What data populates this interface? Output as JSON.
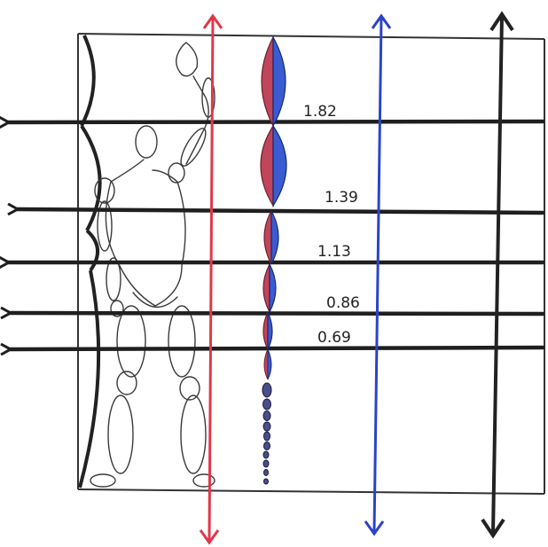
{
  "diagram": {
    "frequency_labels": [
      "1.82",
      "1.39",
      "1.13",
      "0.86",
      "0.69"
    ],
    "colors": {
      "red_axis": "#e0384a",
      "blue_axis": "#2a44c8",
      "black_axis": "#222222",
      "lobe_red": "#c0455a",
      "lobe_blue": "#3a5bd1"
    }
  }
}
